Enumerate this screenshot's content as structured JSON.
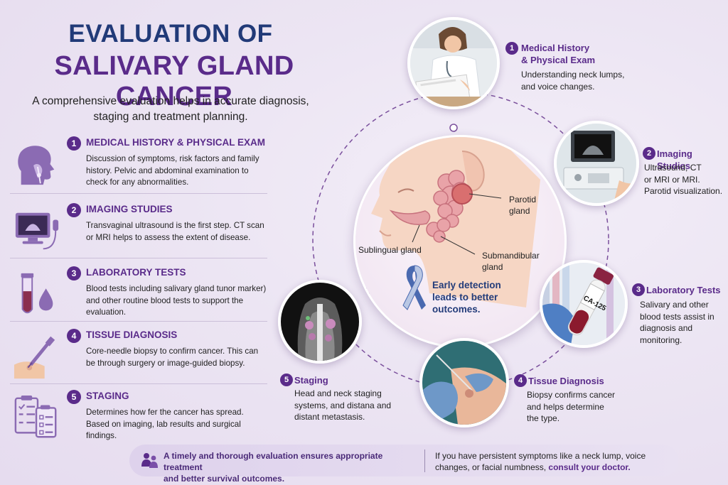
{
  "header": {
    "title_line1": "EVALUATION OF",
    "title_line2": "SALIVARY GLAND CANCER",
    "subtitle": "A comprehensive evaluation helps in accurate diagnosis, staging and treatment planning."
  },
  "left_steps": [
    {
      "number": "1",
      "title": "MEDICAL HISTORY & PHYSICAL EXAM",
      "text": "Discussion of symptoms, risk factors and family history. Pelvic and abdominal examination to check for any abnormalities.",
      "icon": "head-profile-icon"
    },
    {
      "number": "2",
      "title": "IMAGING STUDIES",
      "text": "Transvaginal ultrasound is the first step. CT scan or MRI helps to assess the extent of disease.",
      "icon": "ultrasound-monitor-icon"
    },
    {
      "number": "3",
      "title": "LABORATORY TESTS",
      "text": "Blood tests including salivary gland tunor marker) and other routine blood tests to support the evaluation.",
      "icon": "test-tube-icon"
    },
    {
      "number": "4",
      "title": "TISSUE DIAGNOSIS",
      "text": "Core-needle biopsy to confirm cancer. This can be through surgery or image-guided biopsy.",
      "icon": "biopsy-needle-icon"
    },
    {
      "number": "5",
      "title": "STAGING",
      "text": "Determines how fer the cancer has spread. Based on imaging, lab results and surgical findings.",
      "icon": "clipboard-checklist-icon"
    }
  ],
  "right_steps": [
    {
      "number": "1",
      "title_line1": "Medical History",
      "title_line2": "& Physical Exam",
      "text_line1": "Understanding neck lumps,",
      "text_line2": "and voice changes.",
      "image": "doctor-writing-photo"
    },
    {
      "number": "2",
      "title": "Imaging Studies",
      "text_line1": "Ultrasound, CT",
      "text_line2": "or MRI or MRI.",
      "text_line3": "Parotid visualization.",
      "image": "ultrasound-machine-photo"
    },
    {
      "number": "3",
      "title": "Laboratory Tests",
      "text_line1": "Salivary and other",
      "text_line2": "blood tests assist in",
      "text_line3": "diagnosis and",
      "text_line4": "monitoring.",
      "image": "blood-sample-tube-photo",
      "tube_label": "CA-125"
    },
    {
      "number": "4",
      "title": "Tissue Diagnosis",
      "text_line1": "Biopsy confirms cancer",
      "text_line2": "and helps determine",
      "text_line3": "the type.",
      "image": "biopsy-procedure-photo"
    },
    {
      "number": "5",
      "title": "Staging",
      "text_line1": "Head and neck staging",
      "text_line2": "systems, and distana and",
      "text_line3": "distant metastasis.",
      "image": "ct-scan-neck-photo"
    }
  ],
  "center": {
    "labels": {
      "parotid_line1": "Parotid",
      "parotid_line2": "gland",
      "sublingual": "Sublingual gland",
      "submandibular_line1": "Submandibular",
      "submandibular_line2": "gland"
    },
    "early_detection_line1": "Early detection",
    "early_detection_line2": "leads to better",
    "early_detection_line3": "outcomes.",
    "ribbon_icon": "awareness-ribbon-icon"
  },
  "footer": {
    "left_line1": "A timely and thorough evaluation ensures appropriate treatment",
    "left_line2": "and better survival outcomes.",
    "right_line1": "If you have persistent symptoms like a neck lump, voice",
    "right_line2_prefix": "changes, or facial numbness, ",
    "right_line2_emphasis": "consult your doctor."
  },
  "colors": {
    "title_blue": "#213a78",
    "accent_purple": "#5a2b8a",
    "background": "#ece5f3"
  }
}
